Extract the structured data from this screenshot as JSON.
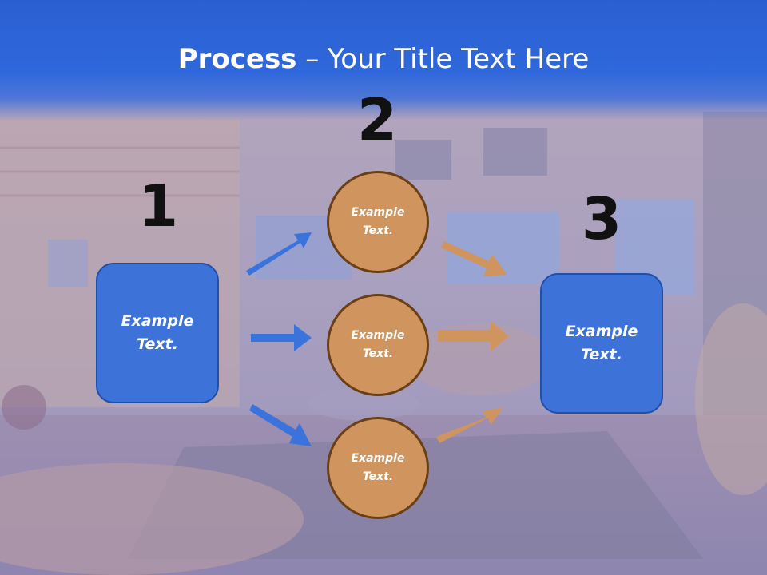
{
  "title": {
    "bold": "Process",
    "rest": " – Your Title Text Here"
  },
  "steps": {
    "one": "1",
    "two": "2",
    "three": "3"
  },
  "left_box": {
    "text": "Example Text."
  },
  "right_box": {
    "text": "Example Text."
  },
  "circles": [
    {
      "text": "Example Text."
    },
    {
      "text": "Example Text."
    },
    {
      "text": "Example Text."
    }
  ],
  "colors": {
    "title_bar": "#2f68dc",
    "box_fill": "#3d72d9",
    "circle_fill": "#d0955e",
    "circle_border": "#6b3f14",
    "blue_arrow": "#3b73dd",
    "orange_arrow": "#d0955e"
  }
}
